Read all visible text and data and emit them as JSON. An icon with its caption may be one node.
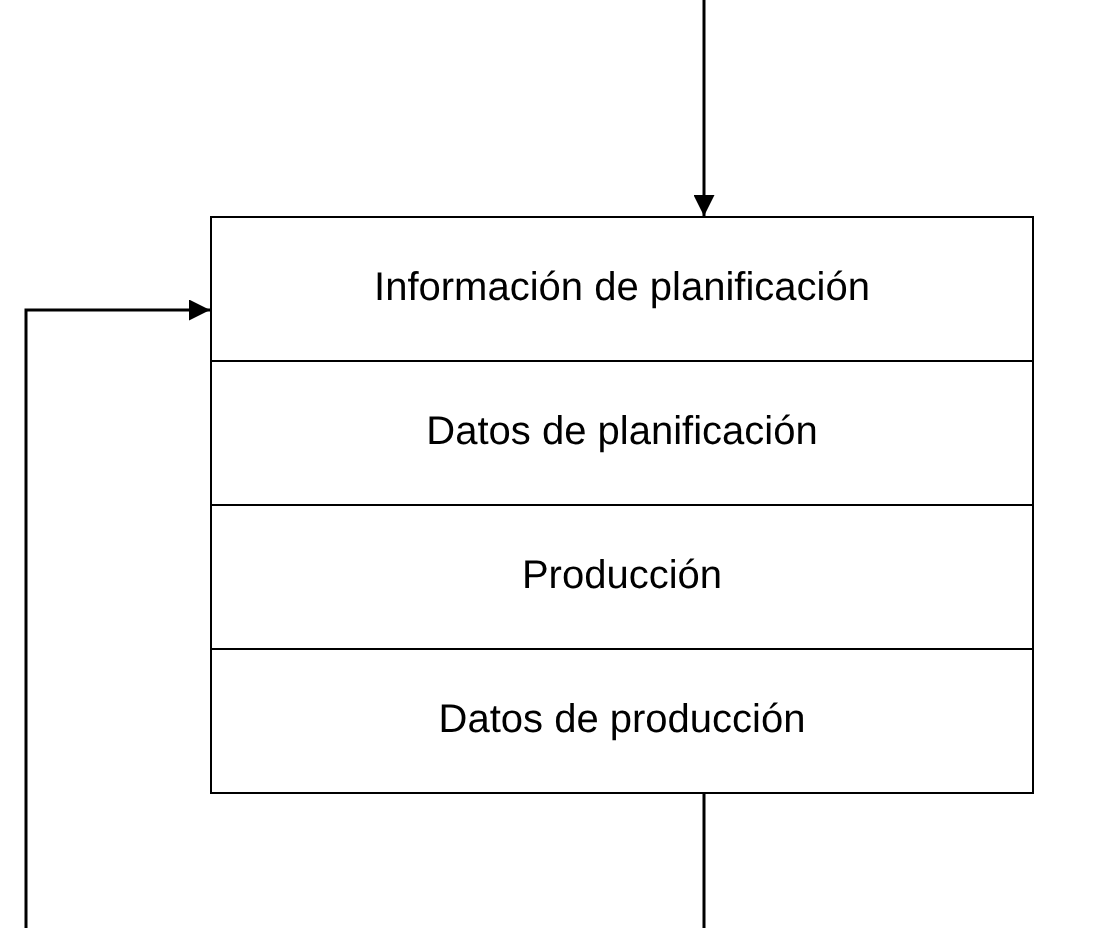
{
  "diagram": {
    "nodes": [
      {
        "text": [
          "Información de planificación"
        ]
      },
      {
        "text": [
          "Datos de planificación"
        ]
      },
      {
        "text": [
          "Producción"
        ]
      },
      {
        "text": [
          "Datos de producción"
        ]
      }
    ],
    "edges": [
      {
        "from": null,
        "to": 0,
        "arrow": "to"
      },
      {
        "from": 3,
        "to": 0,
        "arrow": "to"
      }
    ]
  }
}
